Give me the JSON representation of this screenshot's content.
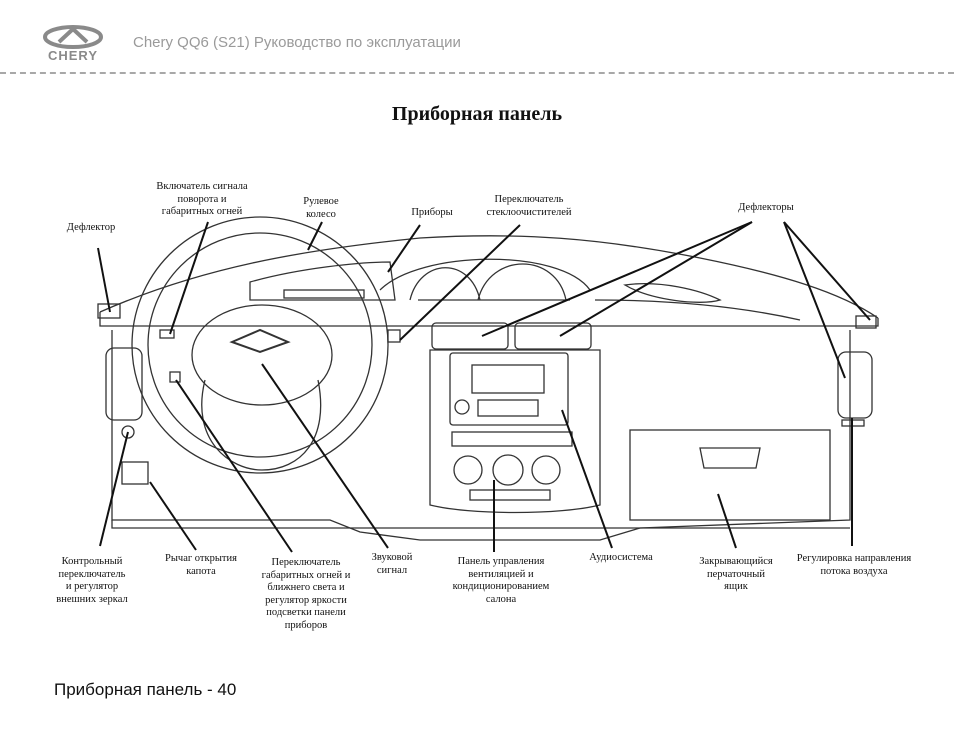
{
  "header": {
    "brand": "CHERY",
    "manual_title": "Chery QQ6 (S21) Руководство по эксплуатации"
  },
  "page": {
    "title": "Приборная панель",
    "footer": "Приборная панель - 40"
  },
  "labels": {
    "turn_signal": "Включатель сигнала\nповорота и\nгабаритных огней",
    "steering_wheel": "Рулевое\nколесо",
    "instruments": "Приборы",
    "wiper_switch": "Переключатель\nстеклоочистителей",
    "deflectors": "Дефлекторы",
    "deflector": "Дефлектор",
    "mirror_control": "Контрольный\nпереключатель\nи регулятор\nвнешних зеркал",
    "hood_lever": "Рычаг открытия\nкапота",
    "light_switch": "Переключатель\nгабаритных огней и\nближнего света и\nрегулятор яркости\nподсветки панели\nприборов",
    "horn": "Звуковой\nсигнал",
    "climate_panel": "Панель управления\nвентиляцией и\nкондиционированием\nсалона",
    "audio": "Аудиосистема",
    "glovebox": "Закрывающийся\nперчаточный\nящик",
    "airflow": "Регулировка направления\nпотока воздуха"
  },
  "colors": {
    "header_text": "#9a9a9a",
    "dash_line": "#a8a8a8",
    "drawing": "#333333"
  }
}
